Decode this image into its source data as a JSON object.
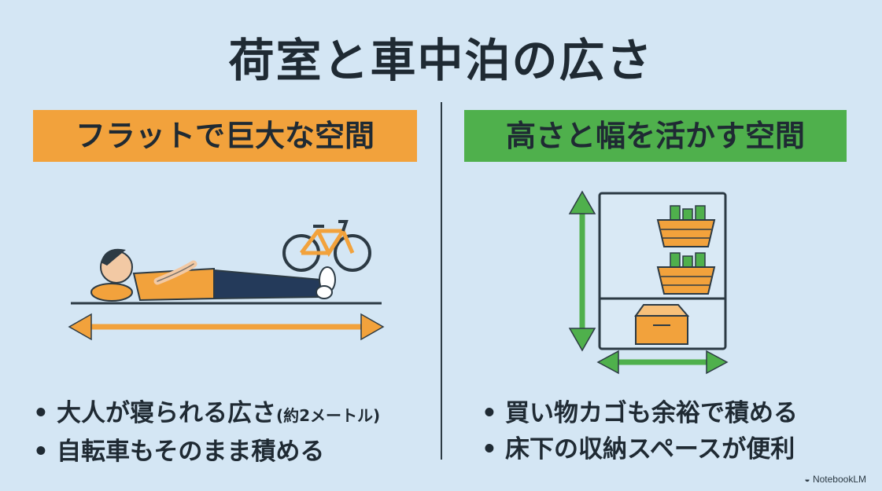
{
  "title": "荷室と車中泊の広さ",
  "left": {
    "heading": "フラットで巨大な空間",
    "bullets": [
      {
        "main": "大人が寝られる広さ",
        "note": "(約2メートル)"
      },
      {
        "main": "自転車もそのまま積める",
        "note": ""
      }
    ],
    "illustration_icons": [
      "sleeping-person-icon",
      "bicycle-icon",
      "horizontal-arrow-icon"
    ],
    "accent_color": "#f2a23c"
  },
  "right": {
    "heading": "高さと幅を活かす空間",
    "bullets": [
      {
        "main": "買い物カゴも余裕で積める"
      },
      {
        "main": "床下の収納スペースが便利"
      }
    ],
    "illustration_icons": [
      "cargo-shelf-icon",
      "shopping-basket-icon",
      "storage-box-icon",
      "vertical-arrow-icon",
      "horizontal-arrow-icon"
    ],
    "accent_color": "#4fb04c"
  },
  "bullet_symbol": "•",
  "brand": "NotebookLM"
}
